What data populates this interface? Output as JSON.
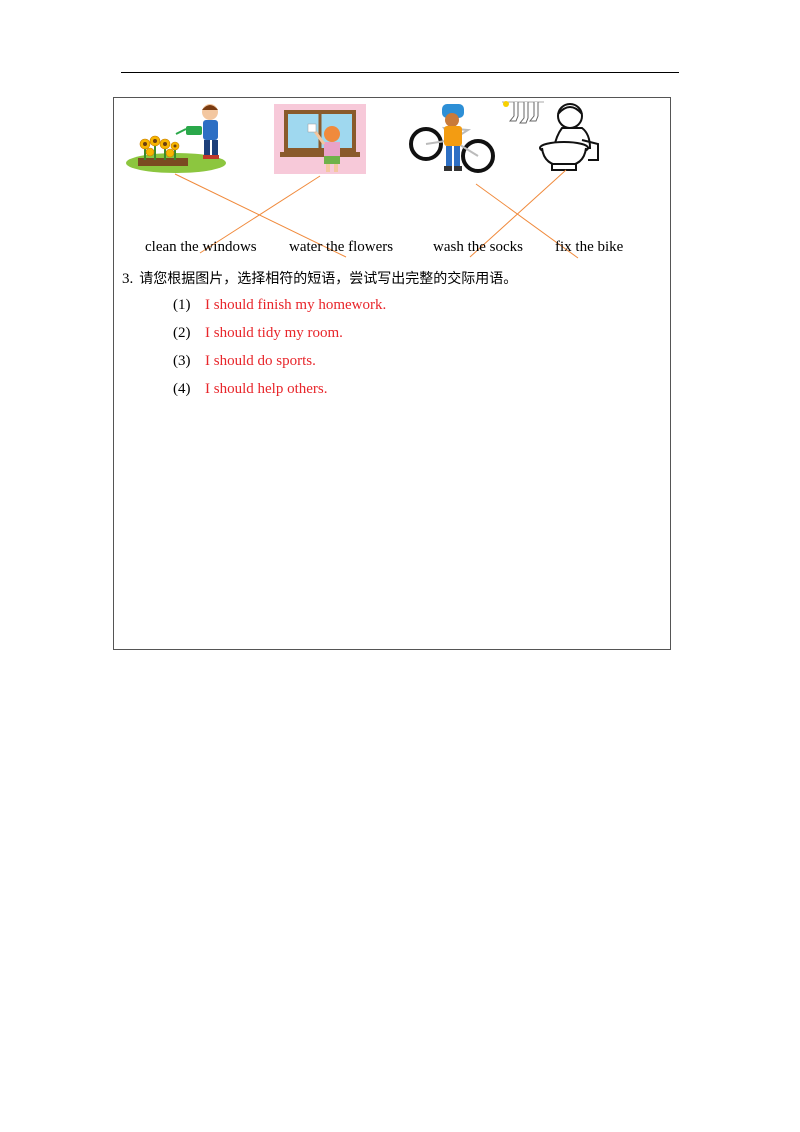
{
  "phrases": [
    "clean the windows",
    "water the flowers",
    "wash the socks",
    "fix the bike"
  ],
  "question": {
    "number": "3.",
    "text": "请您根据图片，选择相符的短语，尝试写出完整的交际用语。"
  },
  "answers": [
    {
      "num": "(1)",
      "text": "I should finish my homework."
    },
    {
      "num": "(2)",
      "text": "I should tidy my room."
    },
    {
      "num": "(3)",
      "text": "I  should do sports."
    },
    {
      "num": "(4)",
      "text": "I  should help others."
    }
  ],
  "colors": {
    "answer": "#e8262b",
    "match_line": "#f08a3c"
  },
  "images": [
    "boy-watering-flowers",
    "girl-cleaning-window",
    "boy-fixing-bike",
    "boy-washing-socks"
  ]
}
